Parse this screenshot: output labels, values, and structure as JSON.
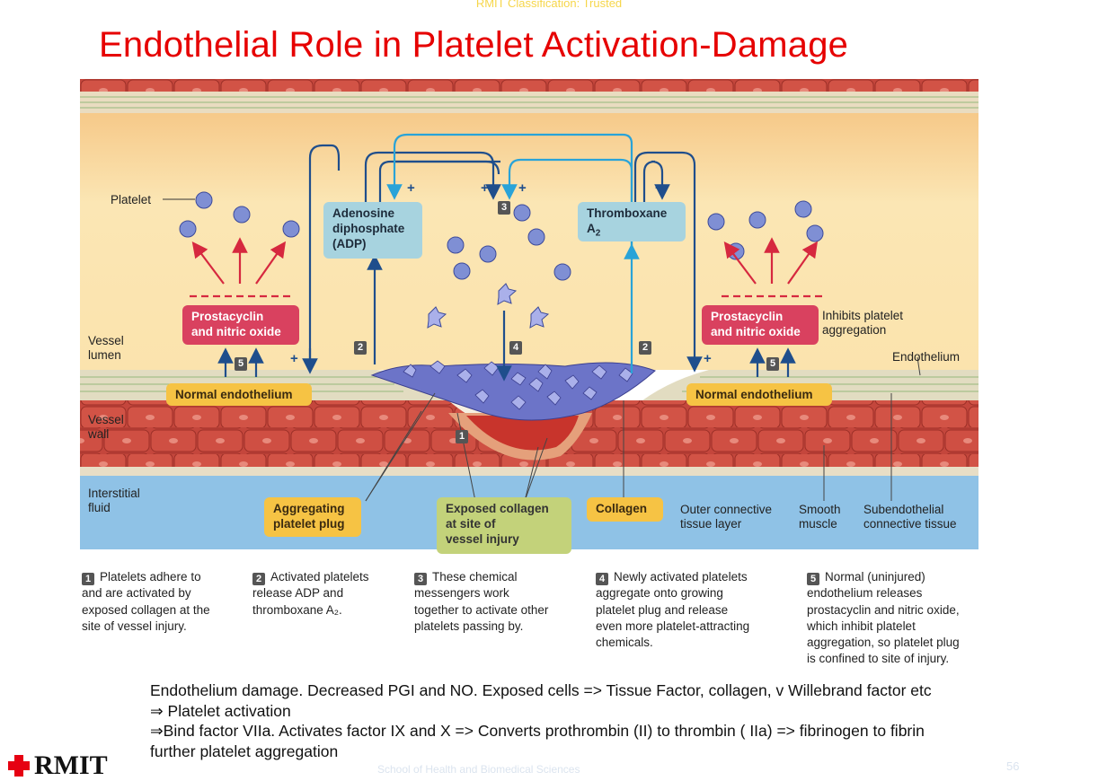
{
  "header": {
    "classification": "RMIT Classification: Trusted",
    "title": "Endothelial Role in Platelet Activation-Damage"
  },
  "diagram": {
    "labels": {
      "platelet": "Platelet",
      "vessel_lumen": [
        "Vessel",
        "lumen"
      ],
      "vessel_wall": [
        "Vessel",
        "wall"
      ],
      "interstitial_fluid": [
        "Interstitial",
        "fluid"
      ],
      "endothelium": "Endothelium",
      "inhibits": [
        "Inhibits platelet",
        "aggregation"
      ],
      "outer_connective": [
        "Outer connective",
        "tissue layer"
      ],
      "smooth_muscle": [
        "Smooth",
        "muscle"
      ],
      "subendothelial": [
        "Subendothelial",
        "connective tissue"
      ]
    },
    "boxes": {
      "adp": [
        "Adenosine",
        "diphosphate",
        "(ADP)"
      ],
      "thromboxane": [
        "Thromboxane",
        "A",
        "2"
      ],
      "prostacyclin_left": [
        "Prostacyclin",
        "and nitric oxide"
      ],
      "prostacyclin_right": [
        "Prostacyclin",
        "and nitric oxide"
      ],
      "normal_endo_left": "Normal endothelium",
      "normal_endo_right": "Normal endothelium",
      "aggregating_plug": [
        "Aggregating",
        "platelet plug"
      ],
      "exposed_collagen": [
        "Exposed collagen",
        "at site of",
        "vessel injury"
      ],
      "collagen": "Collagen"
    },
    "step_badges": [
      "1",
      "2",
      "3",
      "4",
      "5"
    ],
    "plus_sign": "+",
    "captions": [
      {
        "num": "1",
        "lines": [
          "Platelets adhere to",
          "and are activated by",
          "exposed collagen at the",
          "site of vessel injury."
        ]
      },
      {
        "num": "2",
        "lines": [
          "Activated platelets",
          "release ADP and",
          "thromboxane A₂."
        ]
      },
      {
        "num": "3",
        "lines": [
          "These chemical",
          "messengers work",
          "together to activate other",
          "platelets passing by."
        ]
      },
      {
        "num": "4",
        "lines": [
          "Newly activated platelets",
          "aggregate onto growing",
          "platelet plug and release",
          "even more platelet-attracting",
          "chemicals."
        ]
      },
      {
        "num": "5",
        "lines": [
          "Normal (uninjured)",
          "endothelium releases",
          "prostacyclin and nitric oxide,",
          "which inhibit platelet",
          "aggregation, so platelet plug",
          "is confined to site of injury."
        ]
      }
    ],
    "colors": {
      "lumen": "#f9dfa3",
      "interstitial": "#8fc2e6",
      "wall": "#c9463a",
      "arrow_dark": "#1f4e8c",
      "arrow_light": "#29a3d8",
      "inhibit_arrow": "#d6283f"
    }
  },
  "notes": [
    "Endothelium damage. Decreased PGI and NO. Exposed cells => Tissue Factor, collagen, v Willebrand factor etc",
    "⇒ Platelet activation",
    "⇒Bind factor VIIa. Activates factor IX and X => Converts prothrombin (II) to thrombin ( IIa) => fibrinogen to fibrin",
    "further platelet aggregation"
  ],
  "footer": {
    "logo_text": "RMIT",
    "center_text": "School of Health and Biomedical Sciences",
    "page_number": "56"
  }
}
